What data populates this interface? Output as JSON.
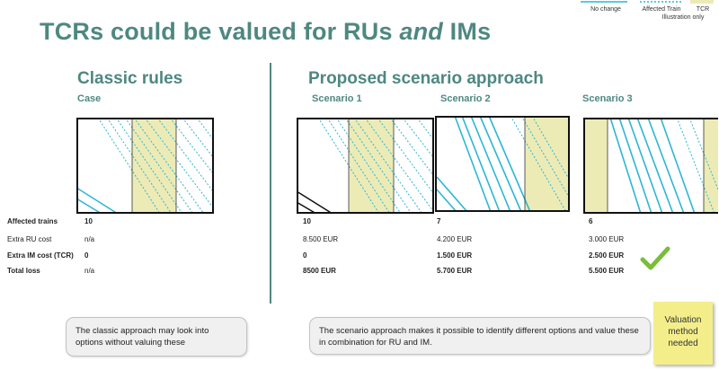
{
  "title_main": "TCRs could be valued for RUs ",
  "title_italic": "and",
  "title_end": " IMs",
  "legend": {
    "no_change": "No change",
    "affected_train": "Affected Train",
    "tcr": "TCR",
    "illustration_only": "Illustration only"
  },
  "classic": {
    "heading": "Classic rules",
    "case_label": "Case"
  },
  "proposed": {
    "heading": "Proposed scenario approach",
    "scenarios": [
      "Scenario 1",
      "Scenario 2",
      "Scenario 3"
    ]
  },
  "rows": {
    "labels": [
      "Affected trains",
      "Extra RU cost",
      "Extra IM cost (TCR)",
      "Total loss"
    ],
    "case": [
      "10",
      "n/a",
      "0",
      "n/a"
    ],
    "scenario1": [
      "10",
      "8.500 EUR",
      "0",
      "8500 EUR"
    ],
    "scenario2": [
      "7",
      "4.200 EUR",
      "1.500 EUR",
      "5.700 EUR"
    ],
    "scenario3": [
      "6",
      "3.000 EUR",
      "2.500 EUR",
      "5.500 EUR"
    ]
  },
  "callouts": {
    "classic": "The classic approach may look into options without valuing these",
    "scenario": "The scenario approach makes it possible to identify different options and value these in combination for RU and IM."
  },
  "sticky_note": "Valuation method needed",
  "colors": {
    "accent": "#4e8880",
    "tcr_fill": "#ecebb6",
    "train_line": "#2cb6d4",
    "check": "#7bbd3a"
  }
}
